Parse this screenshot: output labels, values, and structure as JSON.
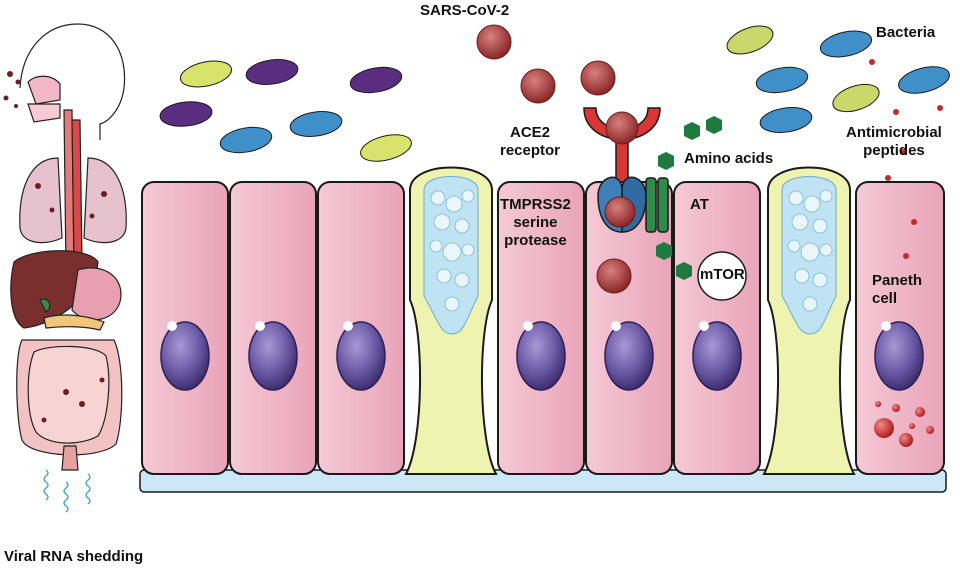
{
  "labels": {
    "virus": "SARS-CoV-2",
    "ace2": "ACE2\nreceptor",
    "amino_acids": "Amino acids",
    "bacteria": "Bacteria",
    "antimicrobial": "Antimicrobial\npeptides",
    "tmprss2": "TMPRSS2\nserine\nprotease",
    "at": "AT",
    "mtor": "mTOR",
    "paneth": "Paneth\ncell",
    "shedding": "Viral RNA shedding"
  },
  "colors": {
    "cell_pink": "#f1b6c8",
    "cell_outline": "#1a1a1a",
    "nucleus": "#6d5aa6",
    "goblet": "#eef3b0",
    "mucus": "#bfe3f3",
    "membrane": "#cce8f6",
    "virus_red": "#a83838",
    "amino_green": "#1f7a3f",
    "receptor_red": "#d93636",
    "transporter_green": "#2e8b4a",
    "peptide_red": "#c42a2a"
  },
  "bacteria_colors": [
    "#d7e36a",
    "#5a2d80",
    "#3f8fc8"
  ]
}
